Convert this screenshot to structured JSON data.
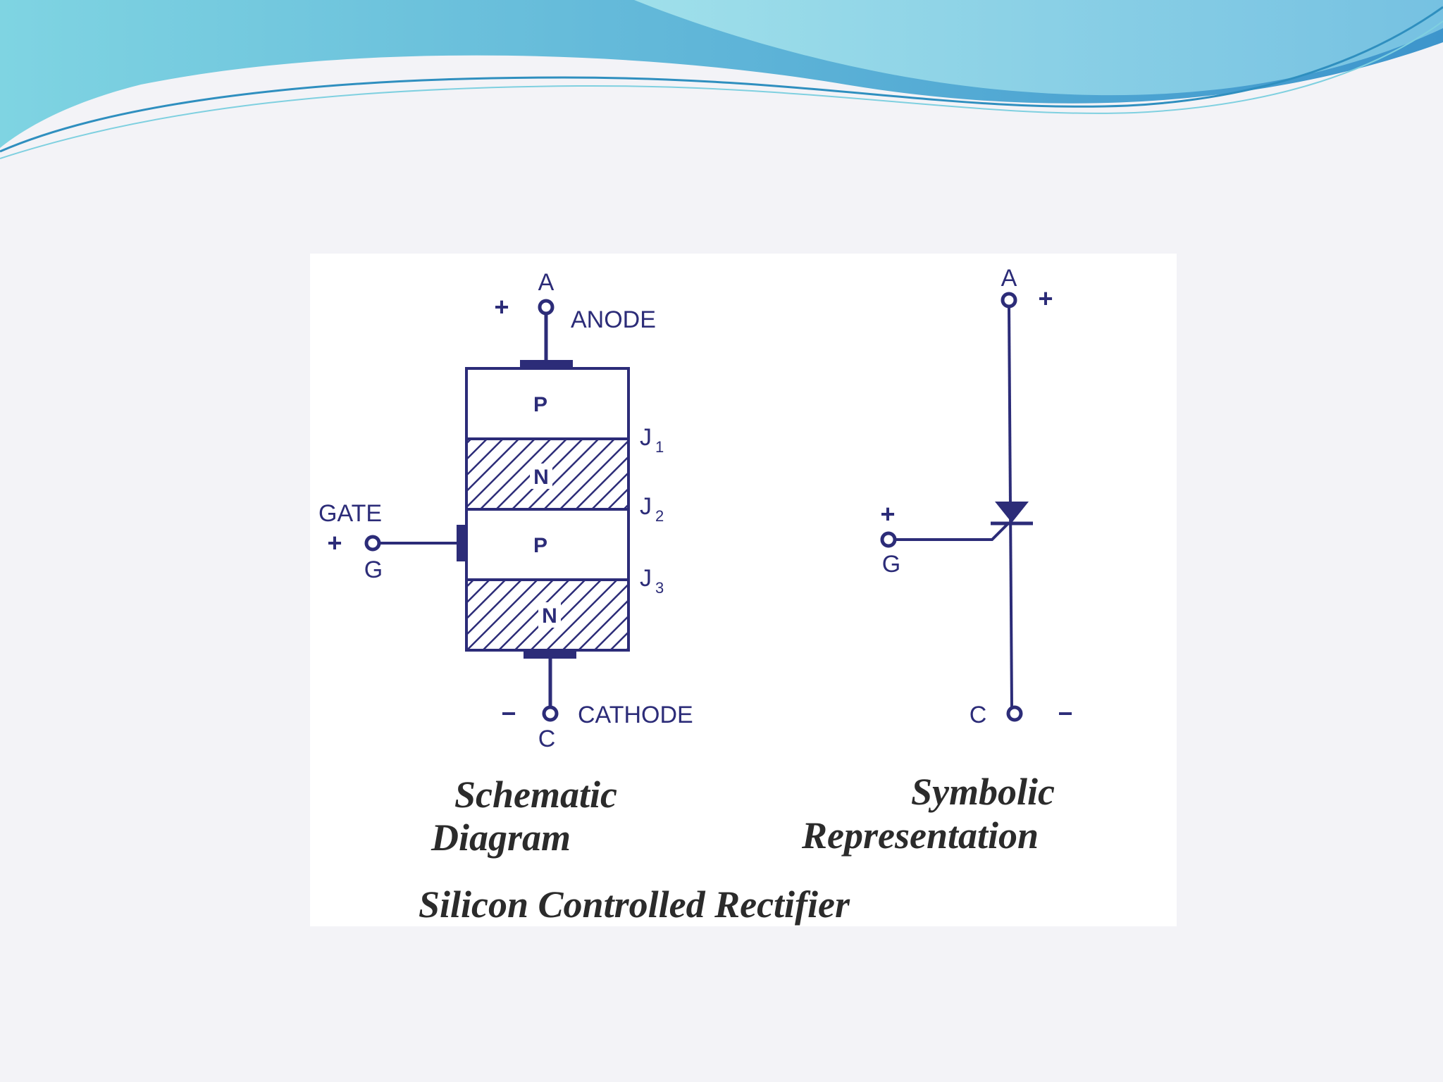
{
  "colors": {
    "ink": "#2c2c78",
    "caption_ink": "#2b2b2b",
    "wave_dark": "#4aa8d0",
    "wave_light": "#9adbe6",
    "background": "#f3f3f7",
    "panel": "#ffffff"
  },
  "schematic": {
    "anode_terminal": "A",
    "anode_sign": "+",
    "anode_label": "ANODE",
    "layers": [
      "P",
      "N",
      "P",
      "N"
    ],
    "junctions": [
      {
        "letter": "J",
        "sub": "1"
      },
      {
        "letter": "J",
        "sub": "2"
      },
      {
        "letter": "J",
        "sub": "3"
      }
    ],
    "gate_label": "GATE",
    "gate_sign": "+",
    "gate_terminal": "G",
    "cathode_sign": "−",
    "cathode_label": "CATHODE",
    "cathode_terminal": "C",
    "caption_line1": "Schematic",
    "caption_line2": "Diagram"
  },
  "symbolic": {
    "anode_terminal": "A",
    "anode_sign": "+",
    "gate_sign": "+",
    "gate_terminal": "G",
    "cathode_terminal": "C",
    "cathode_sign": "−",
    "caption_line1": "Symbolic",
    "caption_line2": "Representation"
  },
  "title": "Silicon Controlled Rectifier"
}
